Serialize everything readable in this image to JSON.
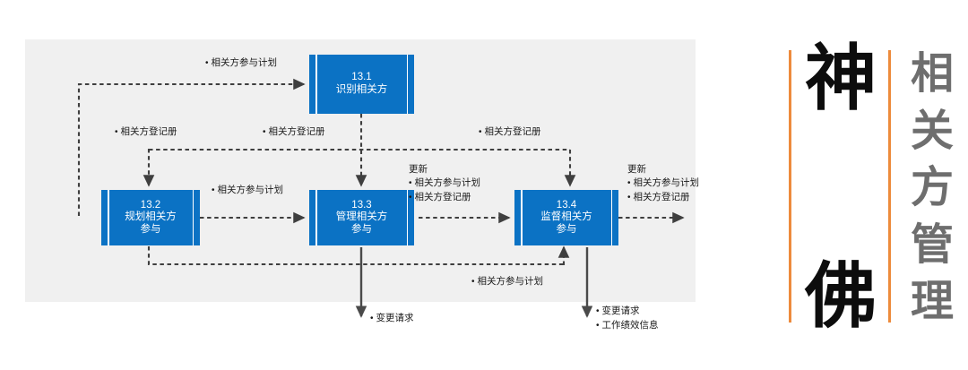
{
  "diagram": {
    "type": "process-flow",
    "background_color": "#f0f0f0",
    "box_color": "#0b72c4",
    "accent_color": "#ED8B3C",
    "boxes": [
      {
        "id": "13.1",
        "number": "13.1",
        "name": "识别相关方"
      },
      {
        "id": "13.2",
        "number": "13.2",
        "name": "规划相关方\n参与"
      },
      {
        "id": "13.3",
        "number": "13.3",
        "name": "管理相关方\n参与"
      },
      {
        "id": "13.4",
        "number": "13.4",
        "name": "监督相关方\n参与"
      }
    ],
    "labels": {
      "top_plan": "相关方参与计划",
      "register_left": "相关方登记册",
      "register_mid": "相关方登记册",
      "register_right": "相关方登记册",
      "plan_mid": "相关方参与计划",
      "update_heading_mid": "更新",
      "update_mid_item1": "相关方参与计划",
      "update_mid_item2": "相关方登记册",
      "update_heading_right": "更新",
      "update_right_item1": "相关方参与计划",
      "update_right_item2": "相关方登记册",
      "plan_bottom": "相关方参与计划",
      "change_request_left": "变更请求",
      "change_request_right": "变更请求",
      "work_performance": "工作绩效信息"
    }
  },
  "title_panel": {
    "black_chars": [
      "神",
      "佛"
    ],
    "gray_chars": [
      "相",
      "关",
      "方",
      "管",
      "理"
    ],
    "rule_color": "#ED8B3C"
  }
}
